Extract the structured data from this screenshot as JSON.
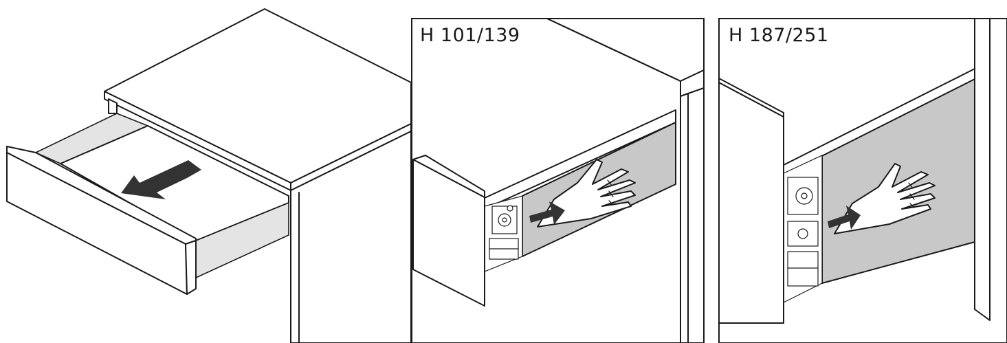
{
  "panels": [
    {
      "id": "drawer-open",
      "label": ""
    },
    {
      "id": "H-101-139",
      "label": "H 101/139"
    },
    {
      "id": "H-187-251",
      "label": "H 187/251"
    }
  ],
  "colors": {
    "line": "#1a1a1a",
    "panel_gray": "#c8c8c8",
    "arrow": "#333333"
  },
  "icons": [
    "arrow-pull-icon",
    "arrow-push-icon",
    "hand-icon",
    "runner-mechanism-icon"
  ]
}
